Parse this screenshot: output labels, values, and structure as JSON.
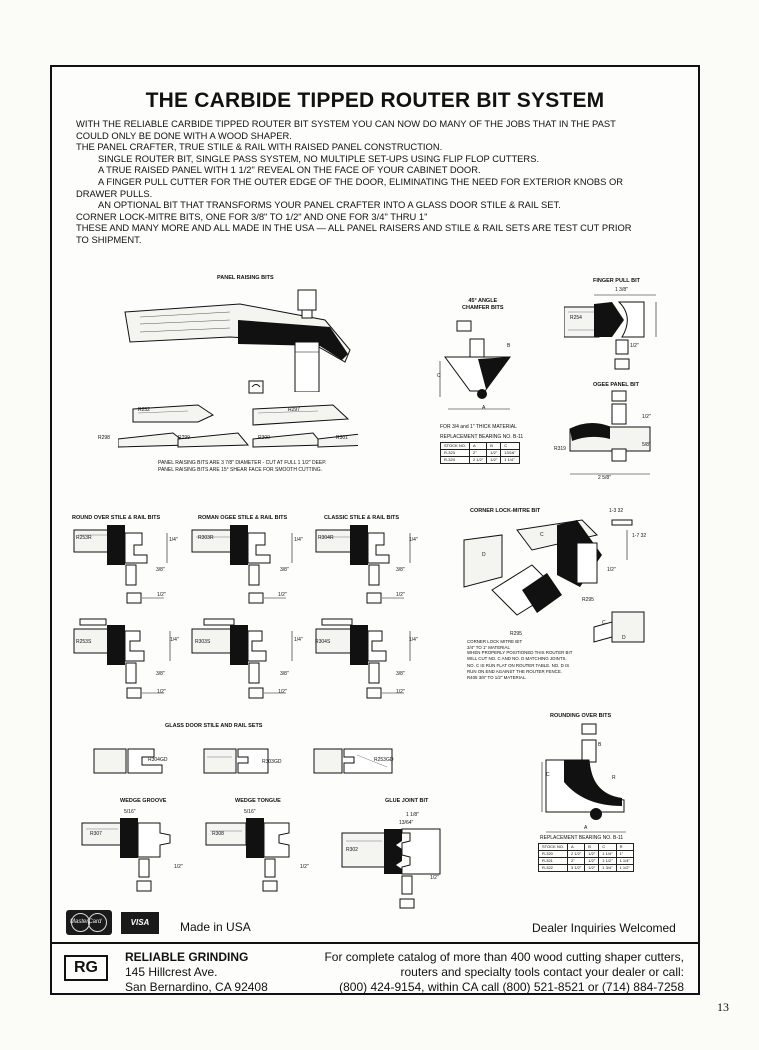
{
  "title": "THE CARBIDE TIPPED ROUTER BIT SYSTEM",
  "intro": [
    {
      "text": "WITH THE RELIABLE CARBIDE TIPPED ROUTER BIT SYSTEM YOU CAN NOW DO MANY OF THE JOBS THAT IN THE PAST",
      "indent": false
    },
    {
      "text": "COULD ONLY BE DONE WITH A WOOD SHAPER.",
      "indent": false
    },
    {
      "text": "THE PANEL CRAFTER, TRUE STILE & RAIL WITH RAISED PANEL CONSTRUCTION.",
      "indent": false
    },
    {
      "text": "SINGLE ROUTER BIT, SINGLE PASS SYSTEM, NO MULTIPLE SET-UPS USING FLIP FLOP CUTTERS.",
      "indent": true
    },
    {
      "text": "A TRUE RAISED PANEL WITH 1 1/2\" REVEAL ON THE FACE OF YOUR CABINET DOOR.",
      "indent": true
    },
    {
      "text": "A FINGER PULL CUTTER FOR THE OUTER EDGE OF THE DOOR, ELIMINATING THE NEED FOR EXTERIOR KNOBS OR",
      "indent": true
    },
    {
      "text": "DRAWER PULLS.",
      "indent": false
    },
    {
      "text": "AN OPTIONAL BIT THAT TRANSFORMS YOUR PANEL CRAFTER INTO A GLASS DOOR STILE & RAIL SET.",
      "indent": true
    },
    {
      "text": "CORNER LOCK-MITRE BITS, ONE FOR 3/8\" TO 1/2\" AND ONE FOR 3/4\" THRU 1\"",
      "indent": false
    },
    {
      "text": "THESE AND MANY MORE AND ALL MADE IN THE USA — ALL PANEL RAISERS AND STILE & RAIL SETS ARE TEST CUT PRIOR",
      "indent": false
    },
    {
      "text": "TO SHIPMENT.",
      "indent": false
    }
  ],
  "sections": {
    "panel_raising": "PANEL RAISING BITS",
    "angle_chamfer": "45° ANGLE\nCHAMFER BITS",
    "finger_pull": "FINGER PULL BIT",
    "ogee_panel": "OGEE PANEL BIT",
    "round_over": "ROUND OVER STILE & RAIL BITS",
    "roman_ogee": "ROMAN OGEE STILE & RAIL BITS",
    "classic": "CLASSIC STILE & RAIL BITS",
    "corner_lock": "CORNER LOCK-MITRE BIT",
    "glass_door": "GLASS DOOR STILE AND RAIL SETS",
    "rounding_over": "ROUNDING OVER BITS",
    "wedge_groove": "WEDGE GROOVE",
    "wedge_tongue": "WEDGE TONGUE",
    "glue_joint": "GLUE JOINT BIT"
  },
  "part_numbers": {
    "panel": [
      "R252",
      "R297",
      "R298",
      "R299",
      "R300",
      "R301"
    ],
    "finger": "R254",
    "ogee": "R319",
    "round_over": [
      "R253R",
      "R253S"
    ],
    "roman_ogee": [
      "R303R",
      "R303S"
    ],
    "classic": [
      "R304R",
      "R304S"
    ],
    "corner": [
      "R295",
      "R295"
    ],
    "glass": [
      "R304GD",
      "R303GD",
      "R253GD"
    ],
    "wedge_groove": "R307",
    "wedge_tongue": "R308",
    "glue": "R302"
  },
  "panel_notes": [
    "PANEL RAISING BITS ARE 3 7/8\" DIAMETER - CUT AT FULL 1 1/2\" DEEP.",
    "PANEL RAISING BITS ARE 15° SHEAR FACE FOR SMOOTH CUTTING."
  ],
  "chamfer_note": "FOR 3/4 and 1\" THICK MATERIAL",
  "chamfer_bearing": "REPLACEMENT BEARING NO. B-11",
  "chamfer_table": {
    "headers": [
      "STOCK NO.",
      "A",
      "B",
      "C"
    ],
    "rows": [
      [
        "R-323",
        "2\"",
        "1/2\"",
        "13/16\""
      ],
      [
        "R-324",
        "2 1/2\"",
        "1/2\"",
        "1 1/4\""
      ]
    ]
  },
  "corner_notes": [
    "CORNER LOCK MITRE BIT",
    "3/4\" TO 1\" MATERIAL",
    "WHEN PROPERLY POSITIONED THIS ROUTER BIT",
    "WILL CUT NO. C AND NO. D MATCHING JOINTS.",
    "NO. C IS RUN FLAT ON ROUTER TABLE. NO. D IS",
    "RUN ON END AGAINST THE ROUTER FENCE.",
    "R405 3/8\" TO 1/2\" MATERIAL."
  ],
  "rounding_bearing": "REPLACEMENT BEARING NO. B-11",
  "rounding_table": {
    "headers": [
      "STOCK NO.",
      "A",
      "B",
      "C",
      "R"
    ],
    "rows": [
      [
        "R-320",
        "2 1/2\"",
        "1/2\"",
        "1 1/4\"",
        "1\""
      ],
      [
        "R-321",
        "2\"",
        "1/2\"",
        "1 1/2\"",
        "1 1/4\""
      ],
      [
        "R-322",
        "3 1/2\"",
        "1/2\"",
        "1 3/4\"",
        "1 1/2\""
      ]
    ]
  },
  "dims": {
    "d_1_2": "1/2\"",
    "d_1_4": "1/4\"",
    "d_3_8": "3/8\"",
    "d_5_8": "5/8\"",
    "d_1_3_8": "1 3/8\"",
    "d_2_5_8": "2 5/8\"",
    "d_1_3_32": "1-3 32",
    "d_1_7_32": "1-7 32",
    "d_5_16": "5/16\"",
    "d_13_64": "13/64\"",
    "d_1_1_8": "1 1/8\""
  },
  "letters": {
    "a": "A",
    "b": "B",
    "c": "C",
    "d": "D",
    "r": "R"
  },
  "footer": {
    "made_in": "Made in USA",
    "dealer": "Dealer Inquiries Welcomed",
    "mastercard": "MasterCard",
    "visa": "VISA",
    "logo": "RG",
    "company": "RELIABLE GRINDING",
    "address1": "145 Hillcrest Ave.",
    "address2": "San Bernardino, CA 92408",
    "catalog": [
      "For complete catalog of more than 400 wood cutting shaper cutters,",
      "routers and specialty tools contact your dealer or call:",
      "(800) 424-9154, within CA call (800) 521-8521 or (714) 884-7258"
    ]
  },
  "page_number": "13"
}
